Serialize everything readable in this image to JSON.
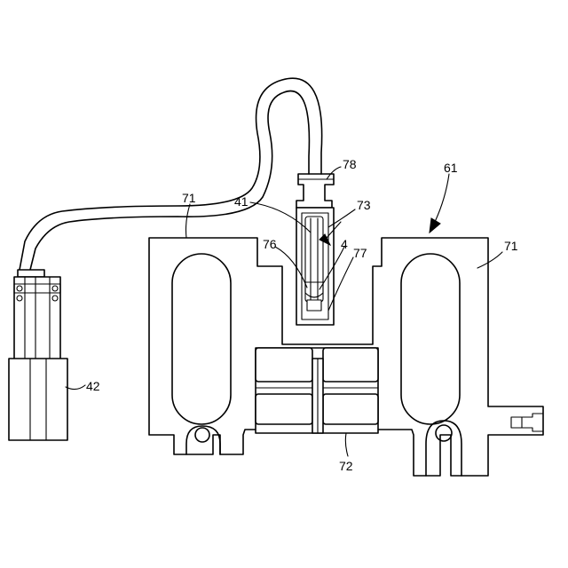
{
  "labels": {
    "n78": "78",
    "n41": "41",
    "n73": "73",
    "n61": "61",
    "n71_left": "71",
    "n71_right": "71",
    "n76": "76",
    "n4": "4",
    "n77": "77",
    "n42": "42",
    "n72": "72"
  }
}
